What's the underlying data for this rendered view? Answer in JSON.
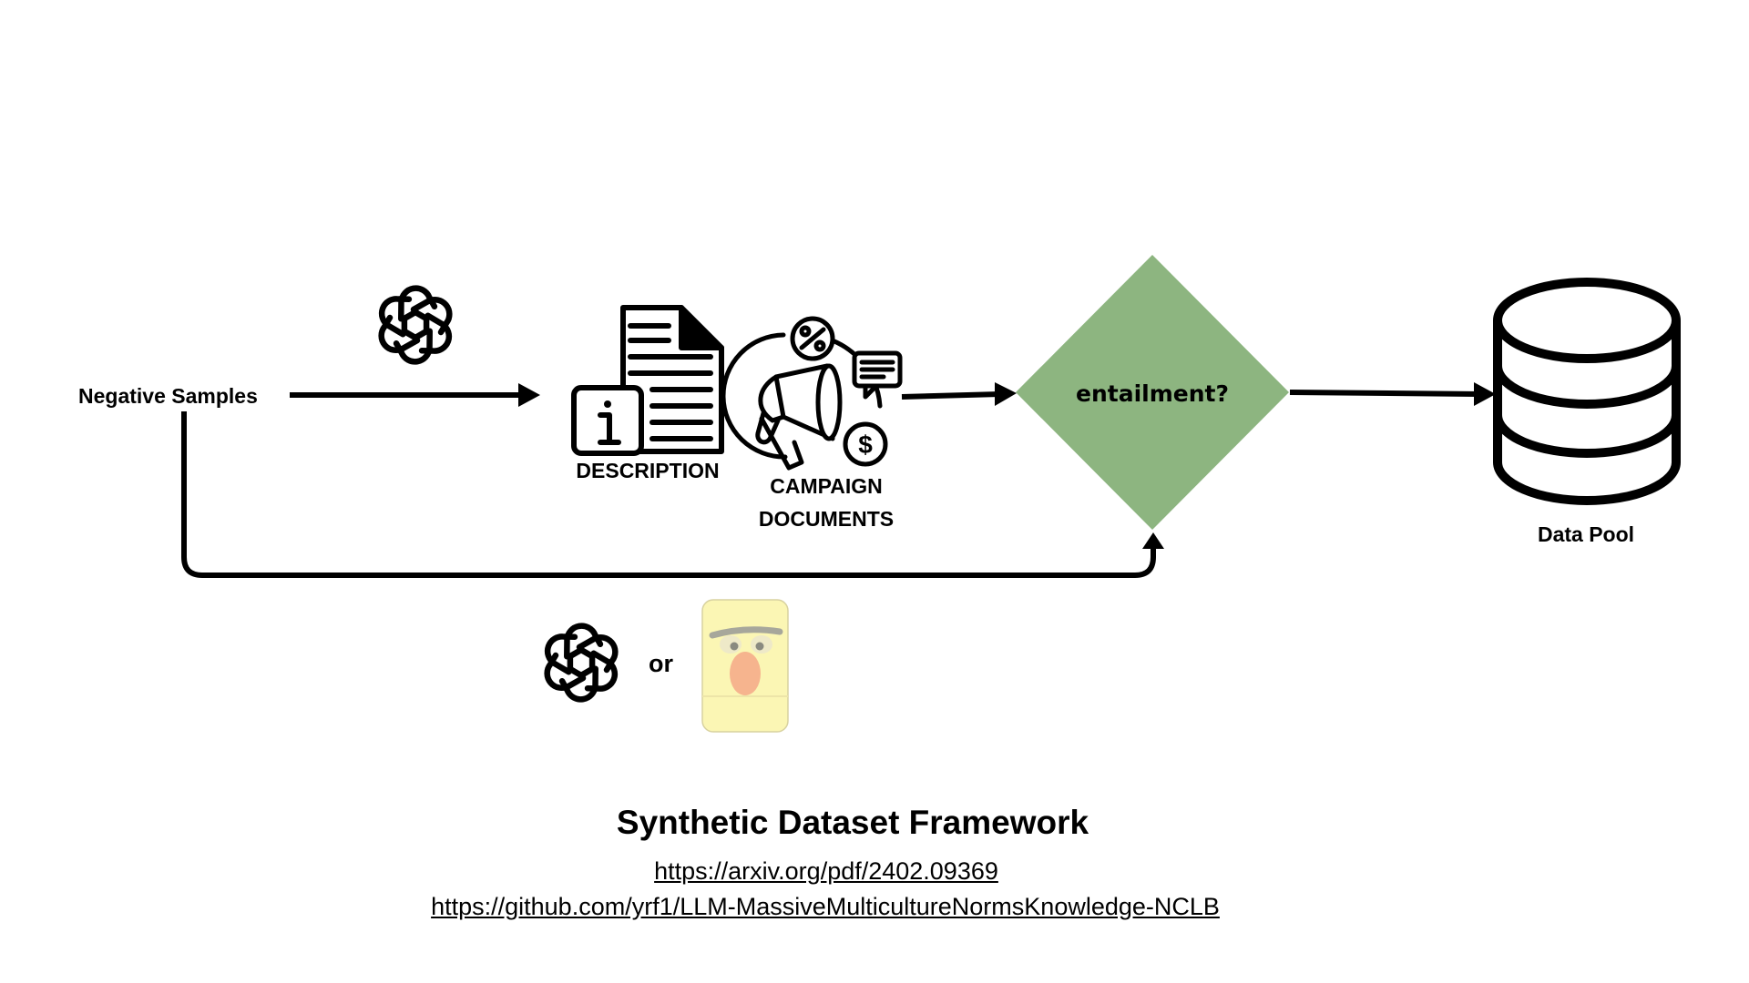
{
  "nodes": {
    "negative_samples": "Negative Samples",
    "description": "DESCRIPTION",
    "campaign_line1": "CAMPAIGN",
    "campaign_line2": "DOCUMENTS",
    "decision": "entailment?",
    "data_pool": "Data Pool"
  },
  "generator_alternative": "or",
  "footer": {
    "title": "Synthetic Dataset Framework",
    "links": [
      "https://arxiv.org/pdf/2402.09369",
      "https://github.com/yrf1/LLM-MassiveMulticultureNormsKnowledge-NCLB"
    ]
  },
  "icons": {
    "generator_top": "openai-logo-icon",
    "description": "document-info-icon",
    "campaign": "megaphone-campaign-icon",
    "data_pool": "database-icon",
    "generator_bottom": "openai-logo-icon",
    "model_alt": "vicuna-llama-avatar-icon"
  },
  "colors": {
    "decision_fill": "#8db580",
    "avatar_bg": "#fbf6b4",
    "avatar_nose": "#f6b48e"
  }
}
